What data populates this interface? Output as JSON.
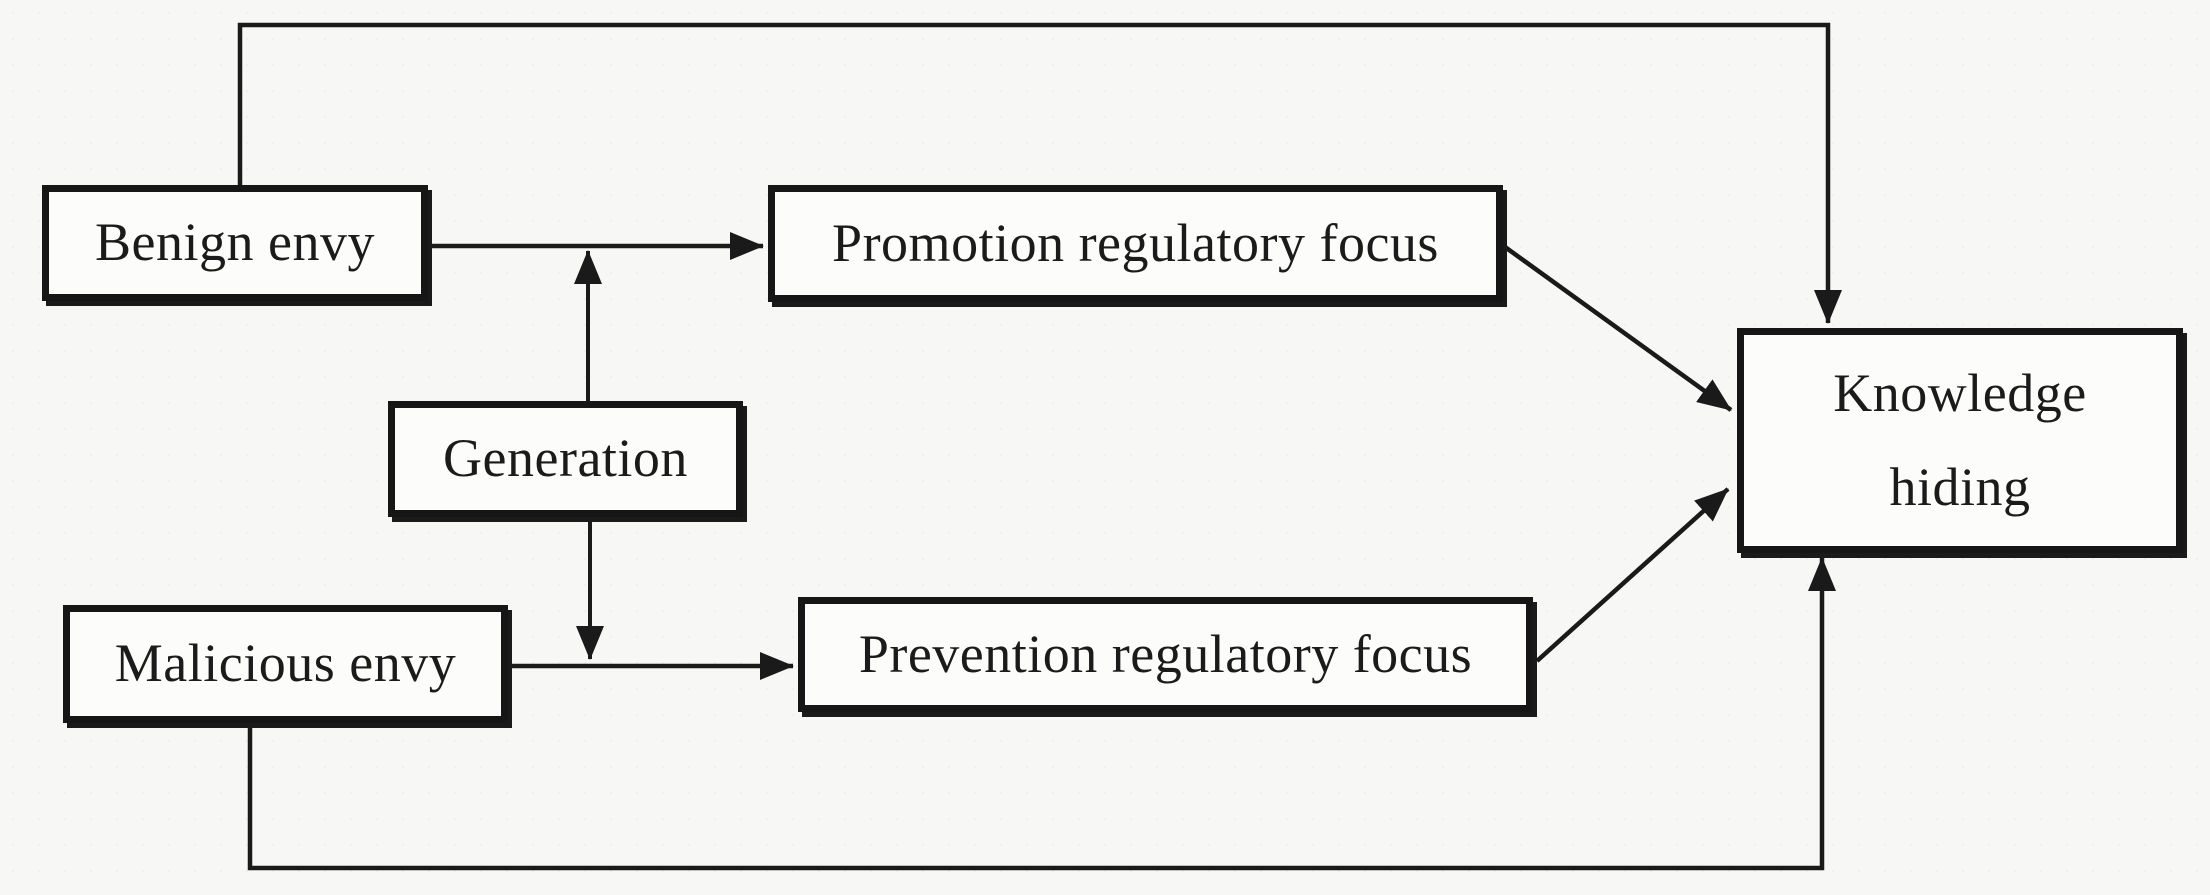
{
  "diagram": {
    "type": "path-model",
    "colors": {
      "background": "#f7f7f5",
      "box_fill": "#fcfcfb",
      "box_border": "#161616",
      "line": "#1a1a1a",
      "text": "#1b1b1b"
    },
    "nodes": [
      {
        "id": "benign-envy",
        "label": "Benign envy"
      },
      {
        "id": "generation",
        "label": "Generation"
      },
      {
        "id": "malicious-envy",
        "label": "Malicious envy"
      },
      {
        "id": "promotion-regulatory-focus",
        "label": "Promotion regulatory focus"
      },
      {
        "id": "prevention-regulatory-focus",
        "label": "Prevention regulatory focus"
      },
      {
        "id": "knowledge-hiding",
        "label": "Knowledge hiding",
        "lines": [
          "Knowledge",
          "hiding"
        ]
      }
    ],
    "edges": [
      {
        "from": "benign-envy",
        "to": "knowledge-hiding",
        "route": "orthogonal-top",
        "arrow": "end"
      },
      {
        "from": "benign-envy",
        "to": "promotion-regulatory-focus",
        "route": "straight",
        "arrow": "end"
      },
      {
        "from": "generation",
        "to": "benign-envy->promotion-regulatory-focus",
        "route": "moderator-up",
        "arrow": "end"
      },
      {
        "from": "generation",
        "to": "malicious-envy->prevention-regulatory-focus",
        "route": "moderator-down",
        "arrow": "end"
      },
      {
        "from": "malicious-envy",
        "to": "prevention-regulatory-focus",
        "route": "straight",
        "arrow": "end"
      },
      {
        "from": "malicious-envy",
        "to": "knowledge-hiding",
        "route": "orthogonal-bottom",
        "arrow": "end"
      },
      {
        "from": "promotion-regulatory-focus",
        "to": "knowledge-hiding",
        "route": "diagonal",
        "arrow": "end"
      },
      {
        "from": "prevention-regulatory-focus",
        "to": "knowledge-hiding",
        "route": "diagonal",
        "arrow": "end"
      }
    ]
  }
}
